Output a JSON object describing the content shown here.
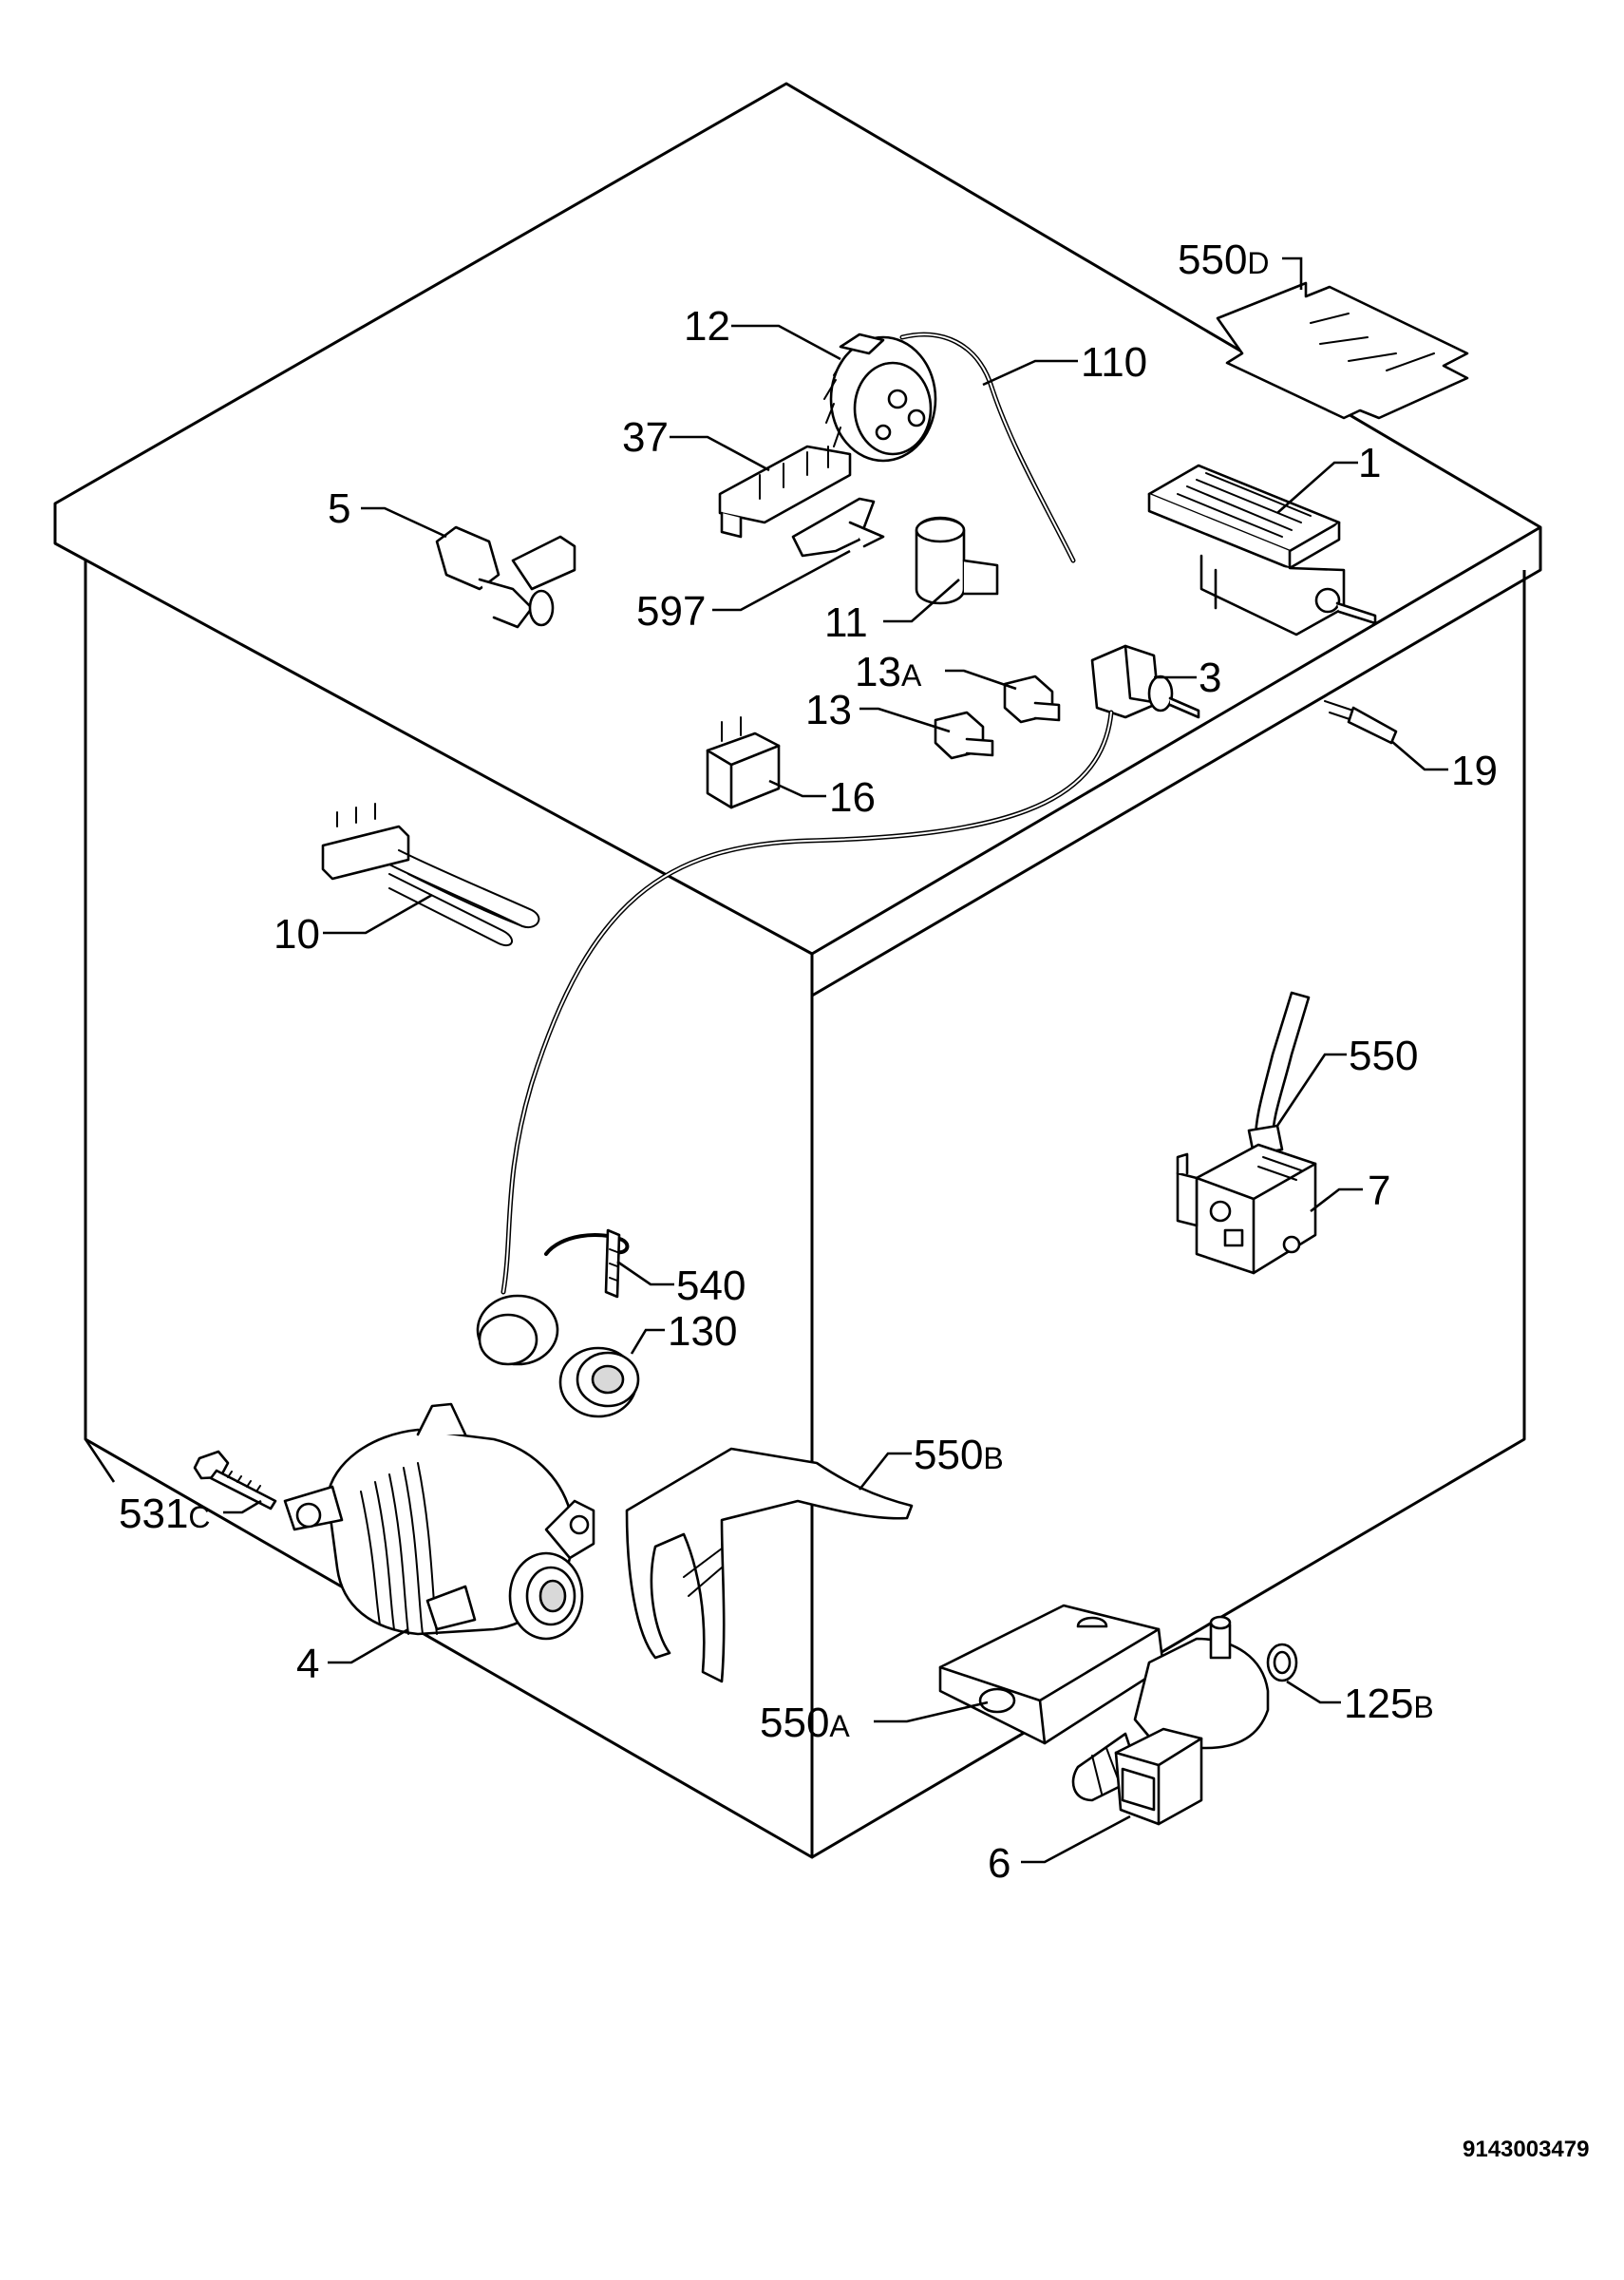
{
  "diagram": {
    "document_number": "9143003479",
    "callouts": [
      {
        "id": "c550d",
        "main": "550",
        "suffix": "D"
      },
      {
        "id": "c12",
        "main": "12",
        "suffix": ""
      },
      {
        "id": "c110",
        "main": "110",
        "suffix": ""
      },
      {
        "id": "c37",
        "main": "37",
        "suffix": ""
      },
      {
        "id": "c1",
        "main": "1",
        "suffix": ""
      },
      {
        "id": "c5",
        "main": "5",
        "suffix": ""
      },
      {
        "id": "c597",
        "main": "597",
        "suffix": ""
      },
      {
        "id": "c11",
        "main": "11",
        "suffix": ""
      },
      {
        "id": "c13a",
        "main": "13",
        "suffix": "A"
      },
      {
        "id": "c3",
        "main": "3",
        "suffix": ""
      },
      {
        "id": "c13",
        "main": "13",
        "suffix": ""
      },
      {
        "id": "c19",
        "main": "19",
        "suffix": ""
      },
      {
        "id": "c16",
        "main": "16",
        "suffix": ""
      },
      {
        "id": "c10",
        "main": "10",
        "suffix": ""
      },
      {
        "id": "c550",
        "main": "550",
        "suffix": ""
      },
      {
        "id": "c7",
        "main": "7",
        "suffix": ""
      },
      {
        "id": "c540",
        "main": "540",
        "suffix": ""
      },
      {
        "id": "c130",
        "main": "130",
        "suffix": ""
      },
      {
        "id": "c550b",
        "main": "550",
        "suffix": "B"
      },
      {
        "id": "c531c",
        "main": "531",
        "suffix": "C"
      },
      {
        "id": "c4",
        "main": "4",
        "suffix": ""
      },
      {
        "id": "c125b",
        "main": "125",
        "suffix": "B"
      },
      {
        "id": "c550a",
        "main": "550",
        "suffix": "A"
      },
      {
        "id": "c6",
        "main": "6",
        "suffix": ""
      }
    ]
  }
}
